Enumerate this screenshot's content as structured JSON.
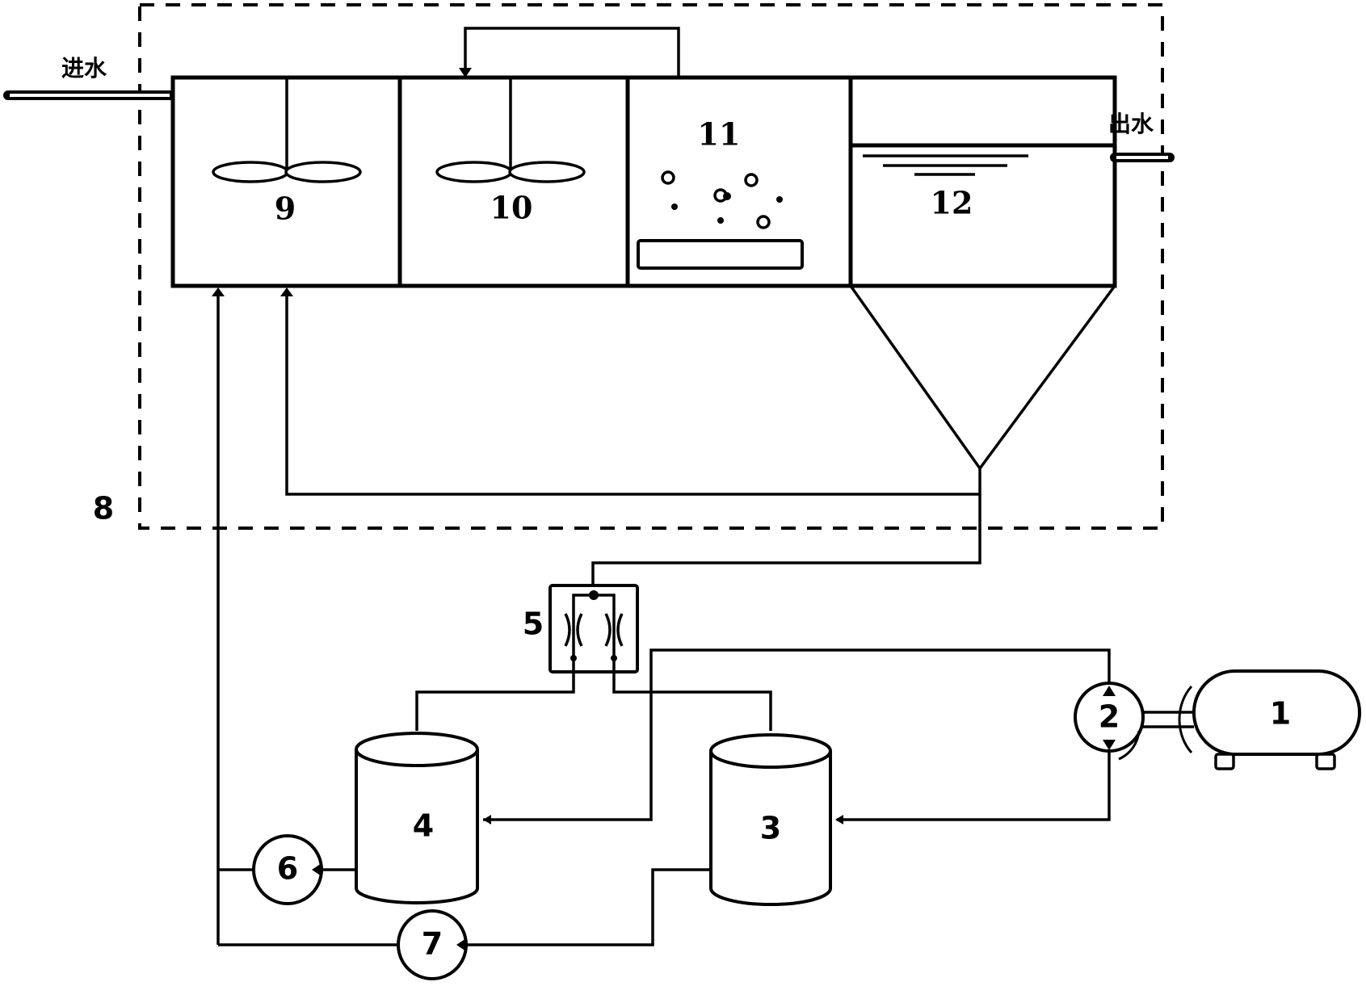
{
  "diagram": {
    "type": "process-flow-schematic",
    "labels": {
      "inlet": "进水",
      "outlet": "出水"
    },
    "components": [
      {
        "id": "1",
        "label": "1",
        "kind": "air-compressor-tank"
      },
      {
        "id": "2",
        "label": "2",
        "kind": "pump"
      },
      {
        "id": "3",
        "label": "3",
        "kind": "cylindrical-tank"
      },
      {
        "id": "4",
        "label": "4",
        "kind": "cylindrical-tank"
      },
      {
        "id": "5",
        "label": "5",
        "kind": "throttle-valve-block"
      },
      {
        "id": "6",
        "label": "6",
        "kind": "pump"
      },
      {
        "id": "7",
        "label": "7",
        "kind": "pump"
      },
      {
        "id": "8",
        "label": "8",
        "kind": "system-boundary"
      },
      {
        "id": "9",
        "label": "9",
        "kind": "stirred-tank"
      },
      {
        "id": "10",
        "label": "10",
        "kind": "stirred-tank"
      },
      {
        "id": "11",
        "label": "11",
        "kind": "aeration-tank"
      },
      {
        "id": "12",
        "label": "12",
        "kind": "sedimentation-tank"
      }
    ],
    "connections": [
      {
        "from": "inlet",
        "to": "9"
      },
      {
        "from": "11",
        "to": "10",
        "note": "top recirculation line"
      },
      {
        "from": "12",
        "to": "outlet"
      },
      {
        "from": "12",
        "to": "9",
        "note": "sludge return from hopper"
      },
      {
        "from": "12",
        "to": "5"
      },
      {
        "from": "5",
        "to": "4"
      },
      {
        "from": "5",
        "to": "3"
      },
      {
        "from": "2",
        "to": "4"
      },
      {
        "from": "2",
        "to": "3"
      },
      {
        "from": "1",
        "to": "2"
      },
      {
        "from": "4",
        "to": "6"
      },
      {
        "from": "6",
        "to": "9"
      },
      {
        "from": "3",
        "to": "7"
      },
      {
        "from": "7",
        "to": "9"
      }
    ]
  }
}
